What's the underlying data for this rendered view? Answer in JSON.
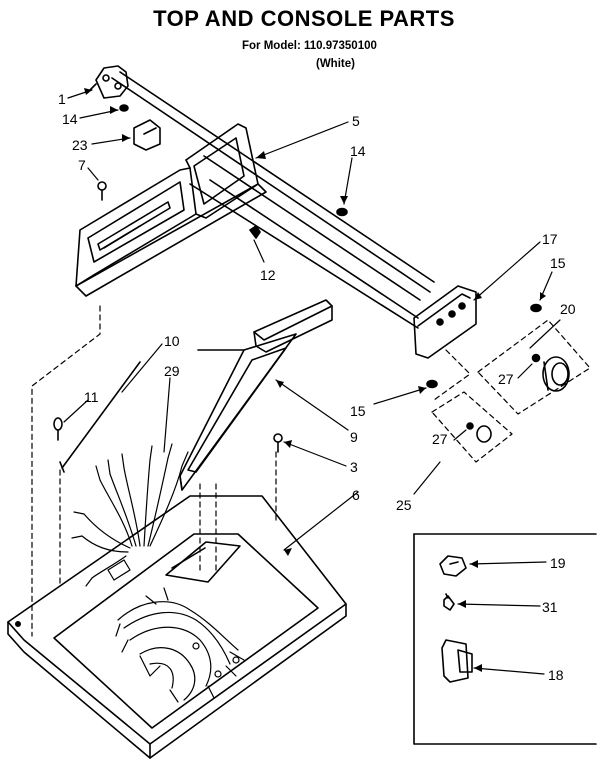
{
  "header": {
    "title": "TOP AND CONSOLE PARTS",
    "model_line": "For Model: 110.97350100",
    "color_line": "(White)"
  },
  "callouts": [
    "1",
    "14",
    "23",
    "7",
    "5",
    "14",
    "12",
    "17",
    "15",
    "20",
    "10",
    "29",
    "11",
    "27",
    "15",
    "9",
    "3",
    "27",
    "6",
    "25",
    "19",
    "31",
    "18"
  ]
}
